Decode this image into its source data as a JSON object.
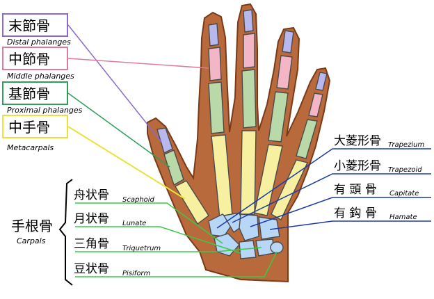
{
  "labels": {
    "distal": {
      "jp": "末節骨",
      "en": "Distal phalanges",
      "color": "#8a6ad0"
    },
    "middle": {
      "jp": "中節骨",
      "en": "Middle phalanges",
      "color": "#e07a9a"
    },
    "proximal": {
      "jp": "基節骨",
      "en": "Proximal phalanges",
      "color": "#2e9e5a"
    },
    "metacarpal": {
      "jp": "中手骨",
      "en": "Metacarpals",
      "color": "#e8e23a"
    },
    "carpal": {
      "jp": "手根骨",
      "en": "Carpals"
    },
    "scaphoid": {
      "jp": "舟状骨",
      "en": "Scaphoid"
    },
    "lunate": {
      "jp": "月状骨",
      "en": "Lunate"
    },
    "triquetrum": {
      "jp": "三角骨",
      "en": "Triquetrum"
    },
    "pisiform": {
      "jp": "豆状骨",
      "en": "Pisiform"
    },
    "trapezium": {
      "jp": "大菱形骨",
      "en": "Trapezium"
    },
    "trapezoid": {
      "jp": "小菱形骨",
      "en": "Trapezoid"
    },
    "capitate": {
      "jp": "有 頭 骨",
      "en": "Capitate"
    },
    "hamate": {
      "jp": "有 鈎 骨",
      "en": "Hamate"
    }
  },
  "colors": {
    "skin": "#b86a3c",
    "skin_outline": "#7a3a18",
    "distal_bone": "#b9b8ee",
    "middle_bone": "#f3b6c6",
    "proximal_bone": "#b9d9a8",
    "metacarpal_bone": "#f7f0a0",
    "carpal_bone": "#b8d6f5",
    "green_line": "#39c84a",
    "blue_line": "#1a3aa8"
  }
}
